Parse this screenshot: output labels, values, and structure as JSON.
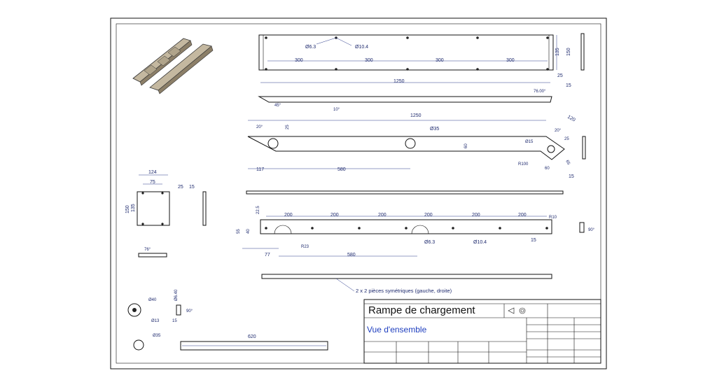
{
  "title_block": {
    "title": "Rampe de chargement",
    "subtitle": "Vue d'ensemble"
  },
  "note": "2 x 2 pièces symétriques (gauche, droite)",
  "dimensions": {
    "top_plate": {
      "d_small": "Ø6.3",
      "d_large": "Ø10.4",
      "spacings": [
        "300",
        "300",
        "300",
        "300"
      ],
      "w135": "135",
      "w150": "150",
      "t25": "25",
      "t15": "15"
    },
    "side_bar": {
      "length": "1250",
      "angle_left": "45°",
      "angle_mid": "10°",
      "angle_right": "76.00°"
    },
    "side_plate": {
      "length": "1250",
      "angle_left": "20°",
      "h25": "25",
      "hole_d": "Ø35",
      "h60": "60",
      "left_117": "117",
      "mid_580": "580",
      "right_120": "120",
      "right_20": "20°",
      "right_25": "25",
      "right_d15": "Ø15",
      "right_60": "60",
      "right_65": "65",
      "r100": "R100",
      "t15": "15"
    },
    "small_plate": {
      "w124": "124",
      "w75": "75",
      "t25": "25",
      "h150": "150",
      "h135": "135",
      "t15": "15"
    },
    "lower_bar": {
      "spacings": [
        "200",
        "200",
        "200",
        "200",
        "200",
        "200"
      ],
      "h22": "22.5",
      "h40": "40",
      "h55": "55",
      "left_77": "77",
      "r23": "R23",
      "mid_580": "580",
      "d_small": "Ø6.3",
      "d_large": "Ø10.4",
      "t15": "15",
      "r10": "R10",
      "angle": "90°"
    },
    "small_angle": "76°",
    "washer": {
      "d40": "Ø40",
      "d13": "Ø13",
      "d640": "Ø6.40",
      "t15": "15",
      "angle": "90°"
    },
    "round": {
      "d": "Ø35"
    },
    "rod": {
      "length": "620"
    }
  }
}
